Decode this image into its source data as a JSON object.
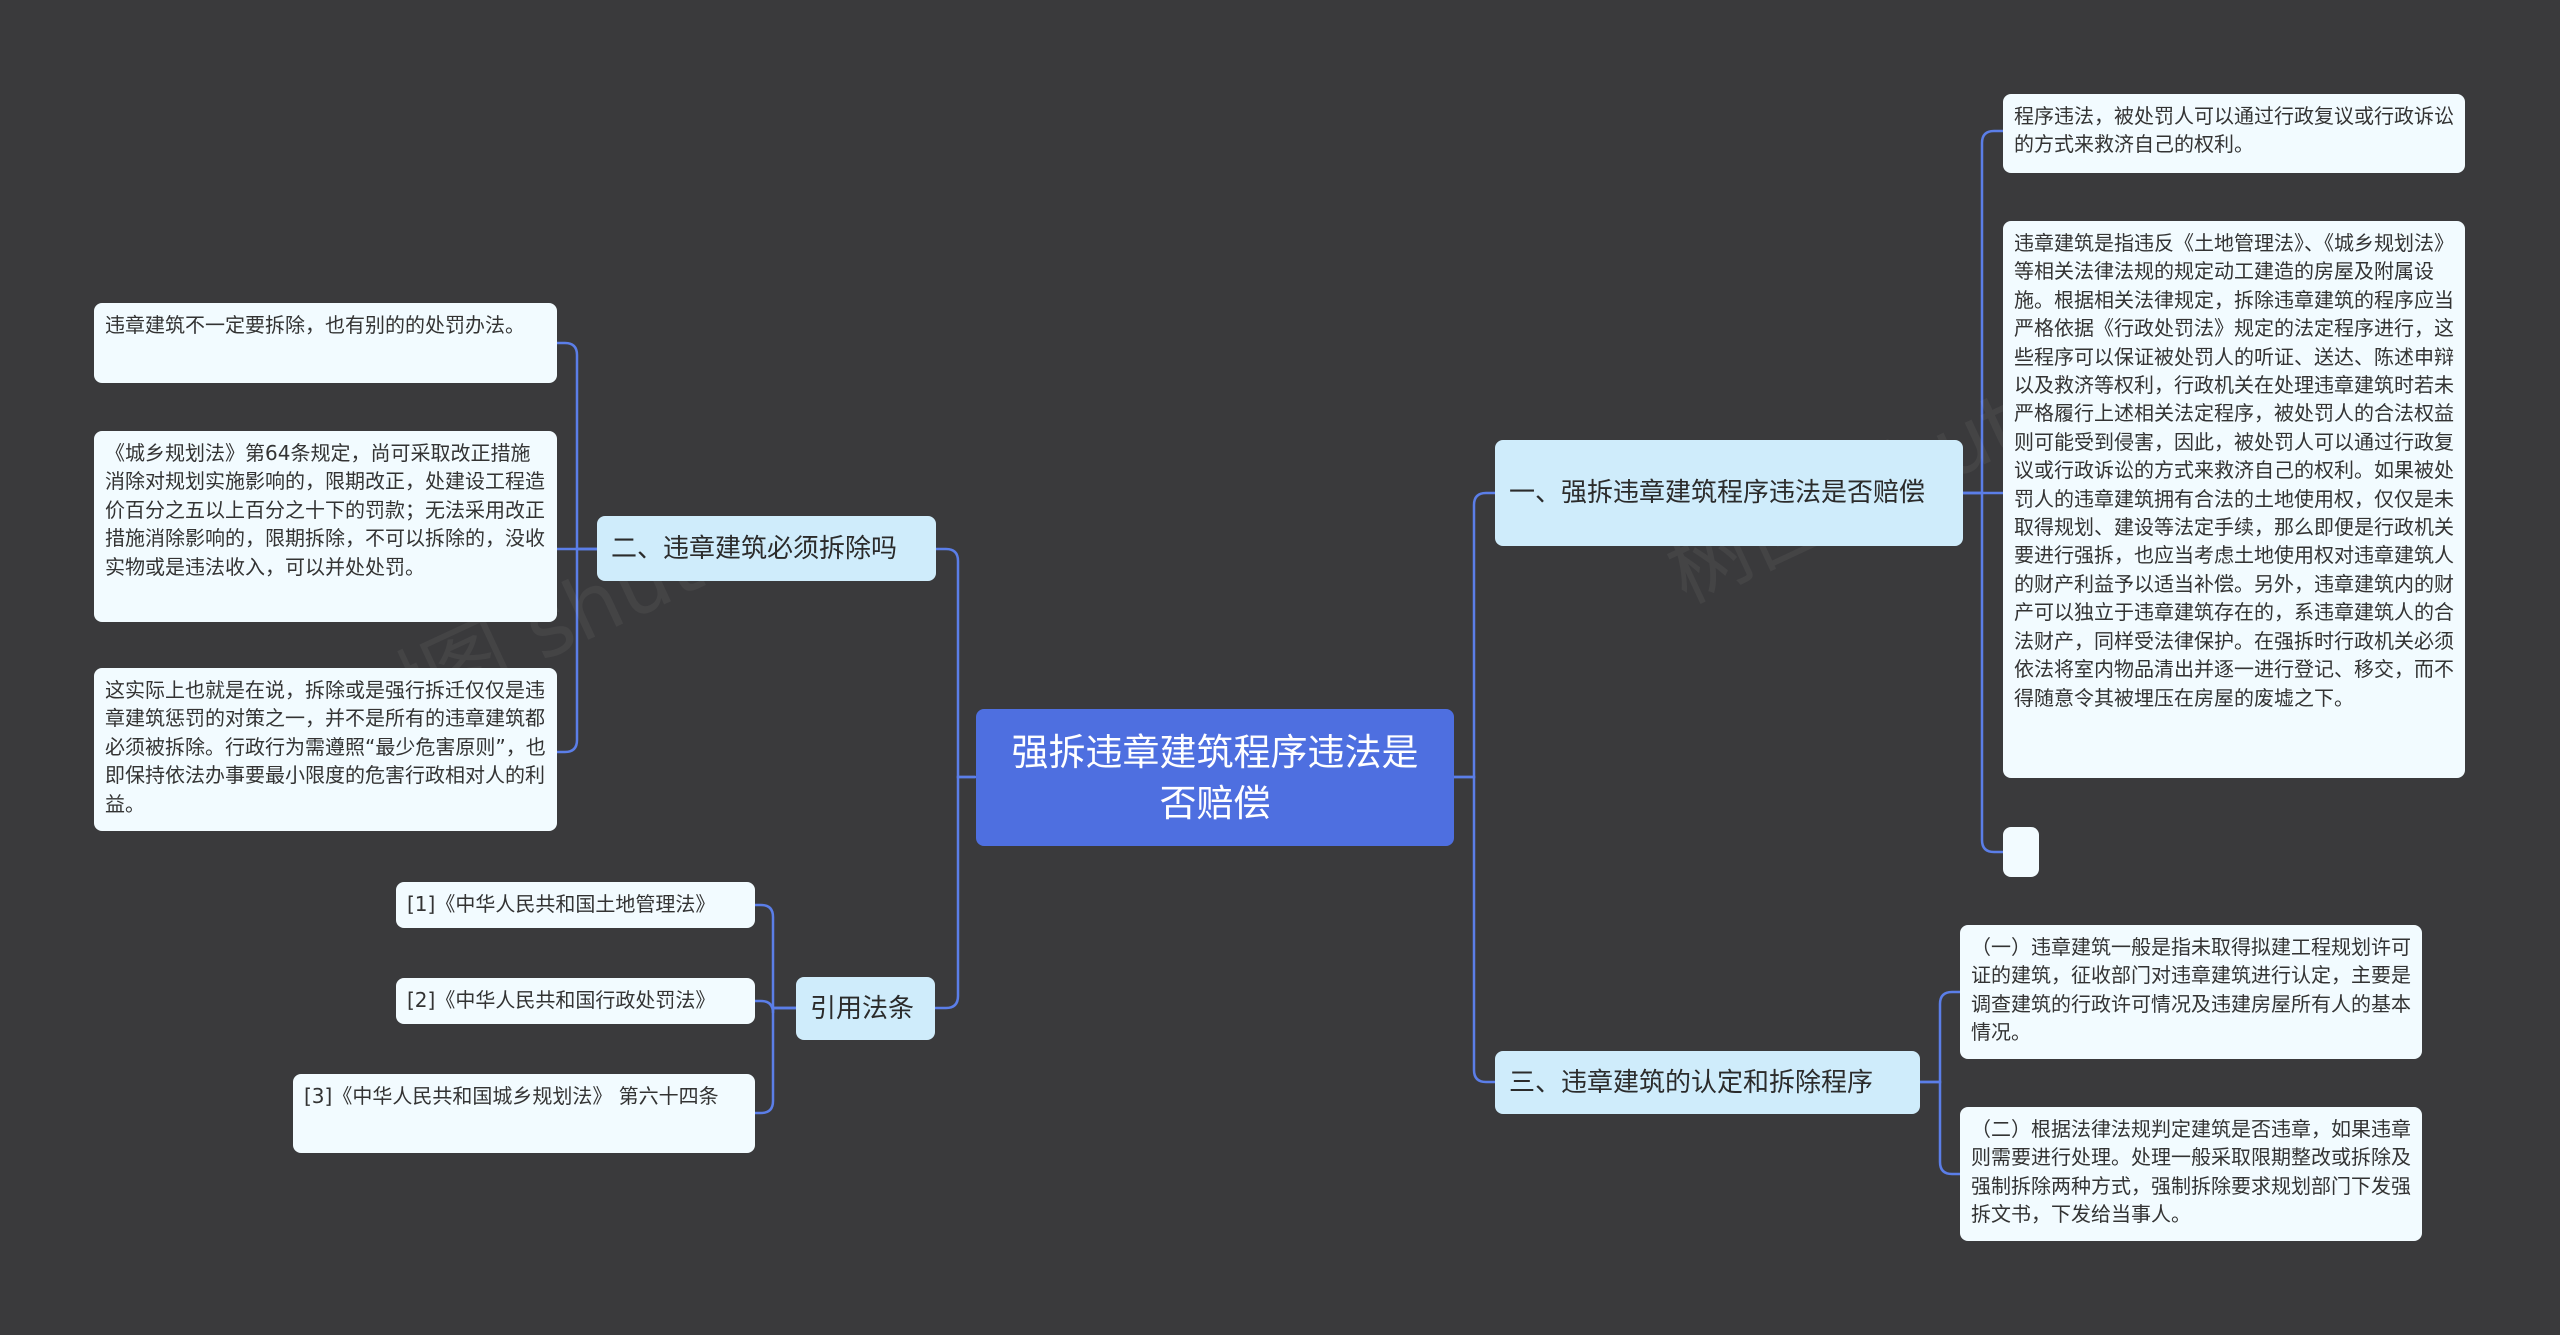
{
  "root": {
    "label": "强拆违章建筑程序违法是否赔偿"
  },
  "branches": {
    "b1": {
      "label": "一、强拆违章建筑程序违法是否赔偿"
    },
    "b2": {
      "label": "二、违章建筑必须拆除吗"
    },
    "b3": {
      "label": "三、违章建筑的认定和拆除程序"
    },
    "b4": {
      "label": "引用法条"
    }
  },
  "leaves": {
    "b1_1": "程序违法，被处罚人可以通过行政复议或行政诉讼的方式来救济自己的权利。",
    "b1_2": "违章建筑是指违反《土地管理法》、《城乡规划法》等相关法律法规的规定动工建造的房屋及附属设施。根据相关法律规定，拆除违章建筑的程序应当严格依据《行政处罚法》规定的法定程序进行，这些程序可以保证被处罚人的听证、送达、陈述申辩以及救济等权利，行政机关在处理违章建筑时若未严格履行上述相关法定程序，被处罚人的合法权益则可能受到侵害，因此，被处罚人可以通过行政复议或行政诉讼的方式来救济自己的权利。如果被处罚人的违章建筑拥有合法的土地使用权，仅仅是未取得规划、建设等法定手续，那么即便是行政机关要进行强拆，也应当考虑土地使用权对违章建筑人的财产利益予以适当补偿。另外，违章建筑内的财产可以独立于违章建筑存在的，系违章建筑人的合法财产，同样受法律保护。在强拆时行政机关必须依法将室内物品清出并逐一进行登记、移交，而不得随意令其被埋压在房屋的废墟之下。",
    "b1_3": "",
    "b2_1": "违章建筑不一定要拆除，也有别的的处罚办法。",
    "b2_2": "《城乡规划法》第64条规定，尚可采取改正措施消除对规划实施影响的，限期改正，处建设工程造价百分之五以上百分之十下的罚款；无法采用改正措施消除影响的，限期拆除，不可以拆除的，没收实物或是违法收入，可以并处处罚。",
    "b2_3": "这实际上也就是在说，拆除或是强行拆迁仅仅是违章建筑惩罚的对策之一，并不是所有的违章建筑都必须被拆除。行政行为需遵照“最少危害原则”，也即保持依法办事要最小限度的危害行政相对人的利益。",
    "b3_1": "（一）违章建筑一般是指未取得拟建工程规划许可证的建筑，征收部门对违章建筑进行认定，主要是调查建筑的行政许可情况及违建房屋所有人的基本情况。",
    "b3_2": "（二）根据法律法规判定建筑是否违章，如果违章则需要进行处理。处理一般采取限期整改或拆除及强制拆除两种方式，强制拆除要求规划部门下发强拆文书，下发给当事人。",
    "b4_1": "[1]《中华人民共和国土地管理法》",
    "b4_2": "[2]《中华人民共和国行政处罚法》",
    "b4_3": "[3]《中华人民共和国城乡规划法》 第六十四条"
  },
  "colors": {
    "background": "#3a3a3c",
    "root": "#4e6fe0",
    "branch": "#cfecfb",
    "leaf": "#f2fbff",
    "edge": "#5b7ee8"
  }
}
